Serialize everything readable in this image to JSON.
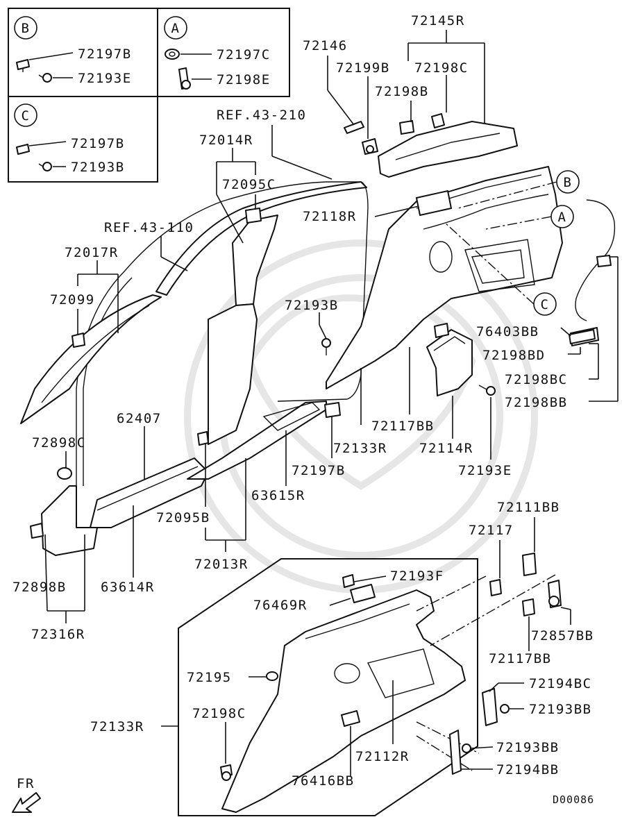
{
  "diagram_id": "D00086",
  "direction": {
    "label": "FR"
  },
  "keys": {
    "B": {
      "letter": "B",
      "parts": [
        "72197B",
        "72193E"
      ]
    },
    "A": {
      "letter": "A",
      "parts": [
        "72197C",
        "72198E"
      ]
    },
    "C": {
      "letter": "C",
      "parts": [
        "72197B",
        "72193B"
      ]
    }
  },
  "references": {
    "ref_43_210": "REF.43-210",
    "ref_43_110": "REF.43-110"
  },
  "part_labels": {
    "p72146": "72146",
    "p72145R": "72145R",
    "p72199B": "72199B",
    "p72198C_top": "72198C",
    "p72198B": "72198B",
    "p72014R": "72014R",
    "p72095C": "72095C",
    "p72118R": "72118R",
    "p72017R": "72017R",
    "p72099": "72099",
    "p72193B": "72193B",
    "p62407": "62407",
    "p72898C": "72898C",
    "p72898B": "72898B",
    "p72316R": "72316R",
    "p63614R": "63614R",
    "p72095B": "72095B",
    "p72013R": "72013R",
    "p63615R": "63615R",
    "p72197B": "72197B",
    "p72133R_top": "72133R",
    "p72117BB_top": "72117BB",
    "p72114R": "72114R",
    "p72193E": "72193E",
    "p76403BB": "76403BB",
    "p72198BD": "72198BD",
    "p72198BC": "72198BC",
    "p72198BB": "72198BB",
    "p72111BB": "72111BB",
    "p72117": "72117",
    "p72857BB": "72857BB",
    "p72117BB_bot": "72117BB",
    "p72193F": "72193F",
    "p76469R": "76469R",
    "p72195": "72195",
    "p72133R_bot": "72133R",
    "p72198C_bot": "72198C",
    "p72194BC": "72194BC",
    "p72193BB_1": "72193BB",
    "p72193BB_2": "72193BB",
    "p72194BB": "72194BB",
    "p72112R": "72112R",
    "p76416BB": "76416BB"
  },
  "callouts": {
    "B": "B",
    "A": "A",
    "C": "C"
  }
}
